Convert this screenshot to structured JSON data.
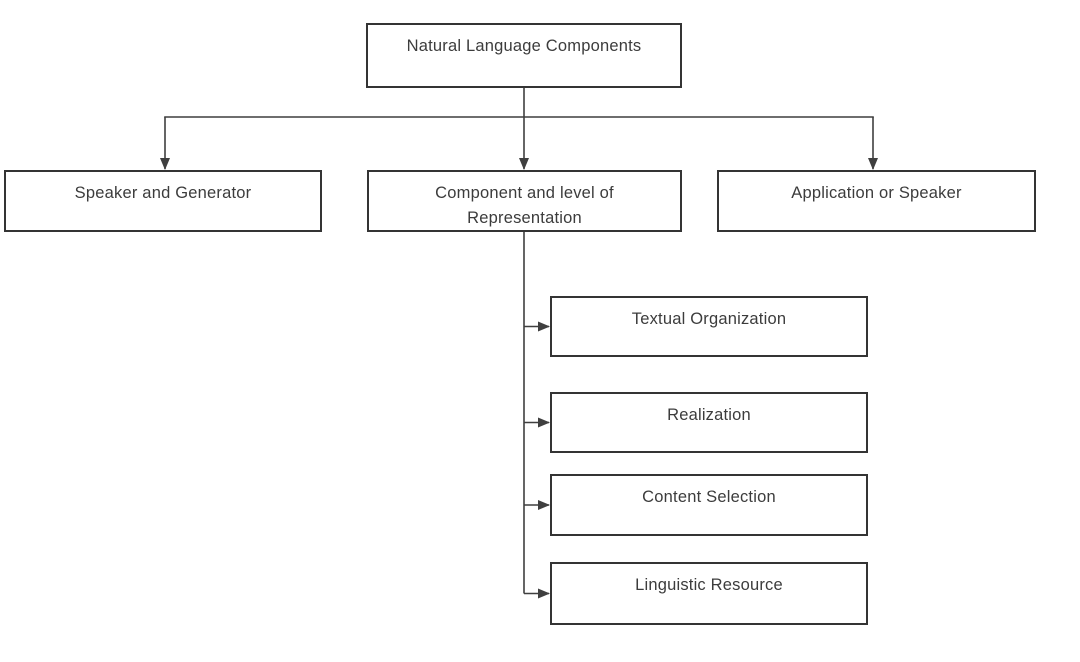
{
  "diagram": {
    "root": {
      "label": "Natural Language Components"
    },
    "branches": [
      {
        "label": "Speaker and Generator"
      },
      {
        "label": "Component and level of Representation"
      },
      {
        "label": "Application or Speaker"
      }
    ],
    "middle_children": [
      {
        "label": "Textual Organization"
      },
      {
        "label": "Realization"
      },
      {
        "label": "Content Selection"
      },
      {
        "label": "Linguistic Resource"
      }
    ]
  },
  "colors": {
    "border": "#343434",
    "text": "#3c3c3c",
    "line": "#3f3f3f",
    "bg": "#ffffff"
  }
}
